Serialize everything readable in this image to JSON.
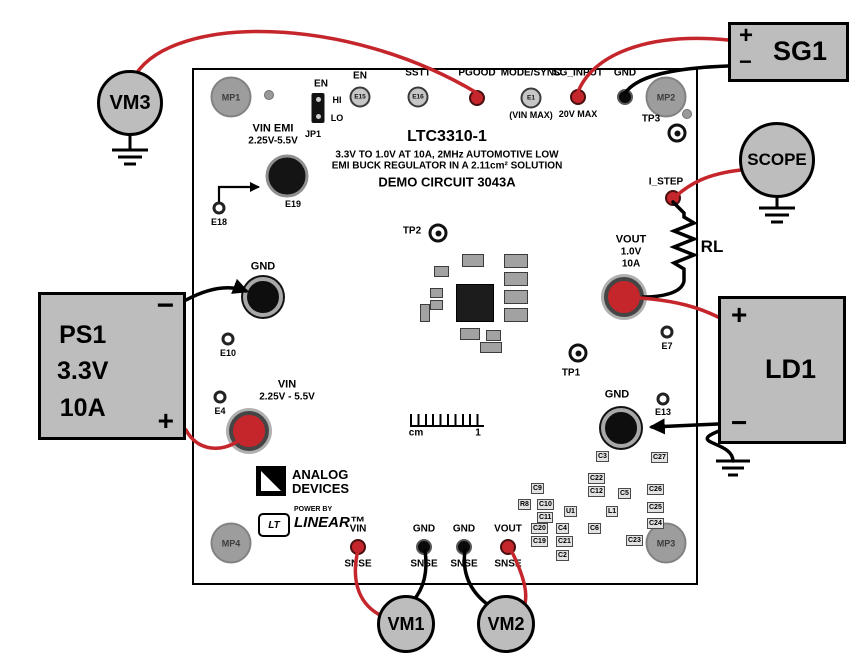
{
  "colors": {
    "red": "#c5262c",
    "instrument_gray": "#bdbdbd"
  },
  "instruments": {
    "plus": "+",
    "minus": "−",
    "vm3": "VM3",
    "sg1": "SG1",
    "scope": "SCOPE",
    "ps1": [
      "PS1",
      "3.3V",
      "10A"
    ],
    "ld1": "LD1",
    "vm1": "VM1",
    "vm2": "VM2"
  },
  "annotations": {
    "rl": "RL"
  },
  "board": {
    "title": "LTC3310-1",
    "desc_line1": "3.3V TO 1.0V AT 10A, 2MHz AUTOMOTIVE LOW",
    "desc_line2": "EMI BUCK REGULATOR IN A 2.11cm² SOLUTION",
    "desc_line3": "DEMO CIRCUIT 3043A",
    "jumper": {
      "en": "EN",
      "hi": "HI",
      "lo": "LO",
      "name": "JP1"
    },
    "top": {
      "en": "EN",
      "e15": "E15",
      "sstt": "SSTT",
      "e16": "E16",
      "pgood": "PGOOD",
      "mode_sync": "MODE/SYNC",
      "e1": "E1",
      "vin_max": "(VIN MAX)",
      "sg_input": "SG_INPUT",
      "sg_max": "20V MAX",
      "gnd": "GND"
    },
    "mounts": {
      "mp1": "MP1",
      "mp2": "MP2",
      "mp3": "MP3",
      "mp4": "MP4"
    },
    "vin_emi": [
      "VIN EMI",
      "2.25V-5.5V"
    ],
    "points": {
      "e19": "E19",
      "e18": "E18",
      "e10": "E10",
      "e4": "E4",
      "e7": "E7",
      "e13": "E13",
      "tp1": "TP1",
      "tp2": "TP2",
      "tp3": "TP3",
      "i_step": "I_STEP"
    },
    "gnd_left": "GND",
    "vin": [
      "VIN",
      "2.25V - 5.5V"
    ],
    "vout": [
      "VOUT",
      "1.0V",
      "10A"
    ],
    "gnd_right": "GND",
    "ruler": {
      "cm": "cm",
      "one": "1"
    },
    "logos": {
      "analog": "ANALOG",
      "devices": "DEVICES",
      "power_by": "POWER BY",
      "linear": "LINEAR™",
      "lt": "LT"
    },
    "sense": {
      "vin": [
        "VIN",
        "SNSE"
      ],
      "gnd1": [
        "GND",
        "SNSE"
      ],
      "gnd2": [
        "GND",
        "SNSE"
      ],
      "vout": [
        "VOUT",
        "SNSE"
      ]
    },
    "components": [
      "C3",
      "C22",
      "C12",
      "C9",
      "R8",
      "C10",
      "C11",
      "C5",
      "C26",
      "C27",
      "U1",
      "L1",
      "C25",
      "C20",
      "C4",
      "C6",
      "C24",
      "C19",
      "C21",
      "C23",
      "C2"
    ]
  }
}
